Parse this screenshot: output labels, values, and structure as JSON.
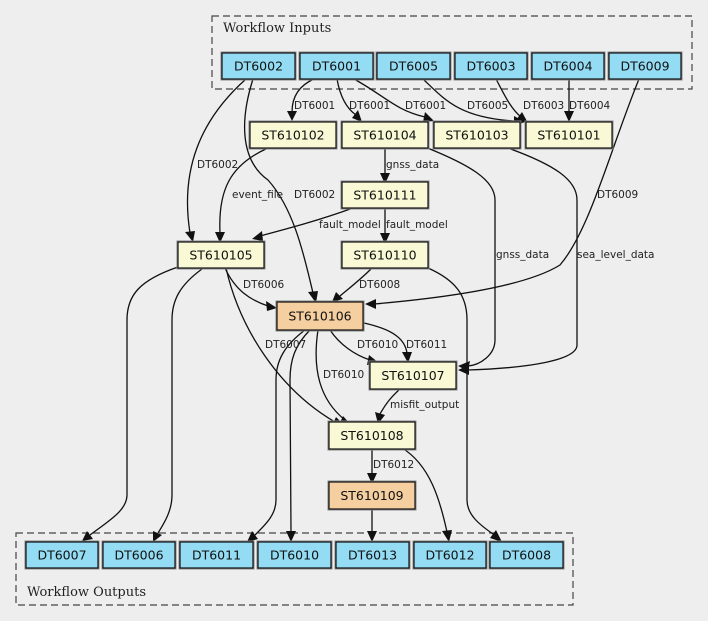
{
  "clusters": {
    "inputs": {
      "title": "Workflow Inputs"
    },
    "outputs": {
      "title": "Workflow Outputs"
    }
  },
  "colors": {
    "data_node": "#94dcf4",
    "step_node": "#f9f9d6",
    "highlight_step": "#f5cfa0",
    "background": "#eeeeee"
  },
  "nodes": {
    "in_DT6002": {
      "label": "DT6002",
      "kind": "data"
    },
    "in_DT6001": {
      "label": "DT6001",
      "kind": "data"
    },
    "in_DT6005": {
      "label": "DT6005",
      "kind": "data"
    },
    "in_DT6003": {
      "label": "DT6003",
      "kind": "data"
    },
    "in_DT6004": {
      "label": "DT6004",
      "kind": "data"
    },
    "in_DT6009": {
      "label": "DT6009",
      "kind": "data"
    },
    "ST610102": {
      "label": "ST610102",
      "kind": "step"
    },
    "ST610104": {
      "label": "ST610104",
      "kind": "step"
    },
    "ST610103": {
      "label": "ST610103",
      "kind": "step"
    },
    "ST610101": {
      "label": "ST610101",
      "kind": "step"
    },
    "ST610111": {
      "label": "ST610111",
      "kind": "step"
    },
    "ST610105": {
      "label": "ST610105",
      "kind": "step"
    },
    "ST610110": {
      "label": "ST610110",
      "kind": "step"
    },
    "ST610106": {
      "label": "ST610106",
      "kind": "highlight"
    },
    "ST610107": {
      "label": "ST610107",
      "kind": "step"
    },
    "ST610108": {
      "label": "ST610108",
      "kind": "step"
    },
    "ST610109": {
      "label": "ST610109",
      "kind": "highlight"
    },
    "out_DT6007": {
      "label": "DT6007",
      "kind": "data"
    },
    "out_DT6006": {
      "label": "DT6006",
      "kind": "data"
    },
    "out_DT6011": {
      "label": "DT6011",
      "kind": "data"
    },
    "out_DT6010": {
      "label": "DT6010",
      "kind": "data"
    },
    "out_DT6013": {
      "label": "DT6013",
      "kind": "data"
    },
    "out_DT6012": {
      "label": "DT6012",
      "kind": "data"
    },
    "out_DT6008": {
      "label": "DT6008",
      "kind": "data"
    }
  },
  "edges": [
    {
      "from": "in_DT6001",
      "to": "ST610102",
      "label": "DT6001"
    },
    {
      "from": "in_DT6001",
      "to": "ST610104",
      "label": "DT6001"
    },
    {
      "from": "in_DT6001",
      "to": "ST610103",
      "label": "DT6001"
    },
    {
      "from": "in_DT6005",
      "to": "ST610101",
      "label": "DT6005"
    },
    {
      "from": "in_DT6003",
      "to": "ST610101",
      "label": "DT6003"
    },
    {
      "from": "in_DT6004",
      "to": "ST610101",
      "label": "DT6004"
    },
    {
      "from": "in_DT6002",
      "to": "ST610105",
      "label": "DT6002"
    },
    {
      "from": "in_DT6002",
      "to": "ST610106",
      "label": "DT6002"
    },
    {
      "from": "in_DT6009",
      "to": "ST610106",
      "label": "DT6009"
    },
    {
      "from": "ST610104",
      "to": "ST610111",
      "label": "gnss_data"
    },
    {
      "from": "ST610104",
      "to": "ST610107",
      "label": "gnss_data"
    },
    {
      "from": "ST610103",
      "to": "ST610107",
      "label": "sea_level_data"
    },
    {
      "from": "ST610102",
      "to": "ST610105",
      "label": "event_file"
    },
    {
      "from": "ST610111",
      "to": "ST610105",
      "label": "fault_model"
    },
    {
      "from": "ST610111",
      "to": "ST610110",
      "label": "fault_model"
    },
    {
      "from": "ST610105",
      "to": "ST610106",
      "label": "DT6006"
    },
    {
      "from": "ST610110",
      "to": "ST610106",
      "label": "DT6008"
    },
    {
      "from": "ST610105",
      "to": "ST610108",
      "label": "DT6007"
    },
    {
      "from": "ST610106",
      "to": "ST610107",
      "label": "DT6010"
    },
    {
      "from": "ST610106",
      "to": "ST610107",
      "label": "DT6011"
    },
    {
      "from": "ST610106",
      "to": "ST610108",
      "label": "DT6010"
    },
    {
      "from": "ST610107",
      "to": "ST610108",
      "label": "misfit_output"
    },
    {
      "from": "ST610108",
      "to": "ST610109",
      "label": "DT6012"
    },
    {
      "from": "ST610105",
      "to": "out_DT6007",
      "label": ""
    },
    {
      "from": "ST610105",
      "to": "out_DT6006",
      "label": ""
    },
    {
      "from": "ST610106",
      "to": "out_DT6011",
      "label": ""
    },
    {
      "from": "ST610106",
      "to": "out_DT6010",
      "label": ""
    },
    {
      "from": "ST610109",
      "to": "out_DT6013",
      "label": ""
    },
    {
      "from": "ST610108",
      "to": "out_DT6012",
      "label": ""
    },
    {
      "from": "ST610110",
      "to": "out_DT6008",
      "label": ""
    }
  ]
}
